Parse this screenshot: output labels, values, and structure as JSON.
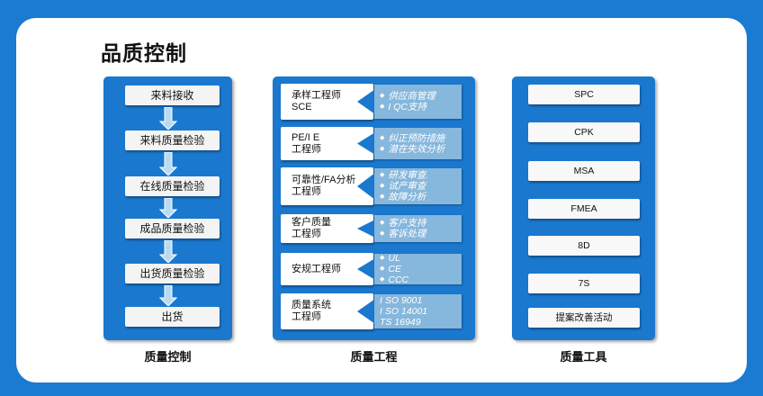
{
  "title": "品质控制",
  "flow": {
    "caption": "质量控制",
    "steps": [
      "来料接收",
      "来料质量检验",
      "在线质量检验",
      "成品质量检验",
      "出货质量检验",
      "出货"
    ]
  },
  "engineering": {
    "caption": "质量工程",
    "rows": [
      {
        "label": [
          "承样工程师",
          "SCE"
        ],
        "details": [
          "供应商管理",
          "I QC支持"
        ]
      },
      {
        "label": [
          "PE/I E",
          "工程师"
        ],
        "details": [
          "纠正预防措施",
          "潜在失效分析"
        ]
      },
      {
        "label": [
          "可靠性/FA分析",
          "工程师"
        ],
        "details": [
          "研发审查.",
          "试产审查",
          "故障分析"
        ]
      },
      {
        "label": [
          "客户质量",
          "工程师"
        ],
        "details": [
          "客户支持",
          "客诉处理"
        ]
      },
      {
        "label": [
          "安规工程师"
        ],
        "details": [
          "UL",
          "CE",
          "CCC"
        ]
      },
      {
        "label": [
          "质量系统",
          "工程师"
        ],
        "details": [
          "I SO 9001",
          "I SO 14001",
          "TS     16949"
        ]
      }
    ]
  },
  "tools": {
    "caption": "质量工具",
    "items": [
      "SPC",
      "CPK",
      "MSA",
      "FMEA",
      "8D",
      "7S",
      "提案改善活动"
    ]
  },
  "colors": {
    "background": "#1b7ad1",
    "panel": "#1a78ce",
    "detail": "#86b7dc",
    "arrow": "#b9dbf2"
  }
}
